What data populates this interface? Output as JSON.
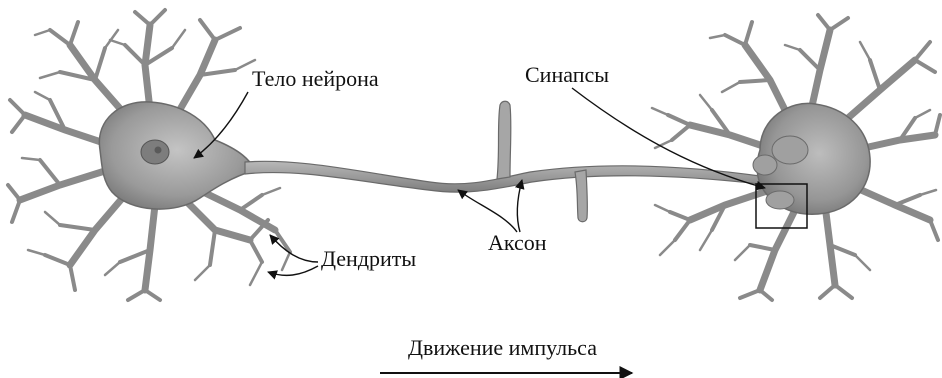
{
  "labels": {
    "neuron_body": "Тело нейрона",
    "synapses": "Синапсы",
    "axon": "Аксон",
    "dendrites": "Дендриты",
    "impulse_direction": "Движение импульса"
  },
  "colors": {
    "ink": "#111111",
    "cell_fill": "#9a9a9a",
    "cell_dark": "#6a6a6a",
    "nucleus": "#7d7d7d"
  }
}
